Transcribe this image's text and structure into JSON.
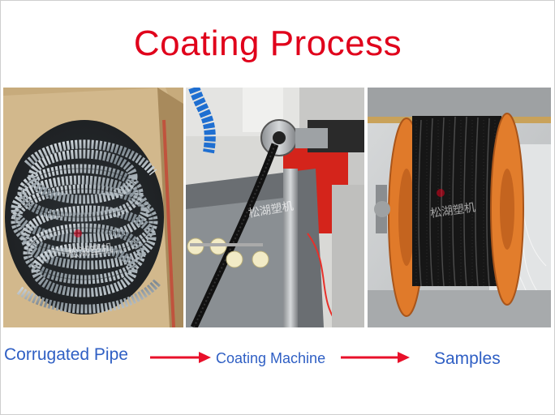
{
  "title": "Coating Process",
  "flow": {
    "step1": "Corrugated  Pipe",
    "step2": "Coating Machine",
    "step3": "Samples"
  },
  "photos": {
    "watermark": "松湖塑机",
    "p1": "photo of coiled silver corrugated metal hose in paper bag",
    "p2": "photo of coating extrusion machine with black hose passing through",
    "p3": "photo of black coated hose wound on orange reel"
  },
  "colors": {
    "title": "#e0001b",
    "labels": "#2f5fc4",
    "arrows": "#e8102a"
  }
}
